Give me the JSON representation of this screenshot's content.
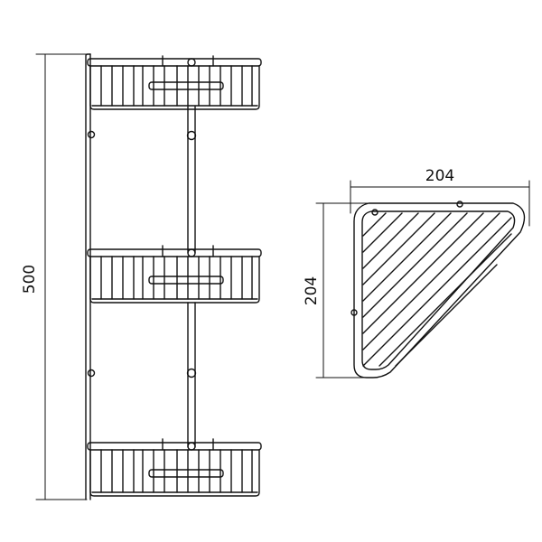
{
  "drawing": {
    "side_view": {
      "height_label": "500",
      "shelves": 3
    },
    "top_view": {
      "width_label": "204",
      "depth_label": "204"
    },
    "colors": {
      "line": "#111111",
      "background": "#ffffff"
    }
  }
}
